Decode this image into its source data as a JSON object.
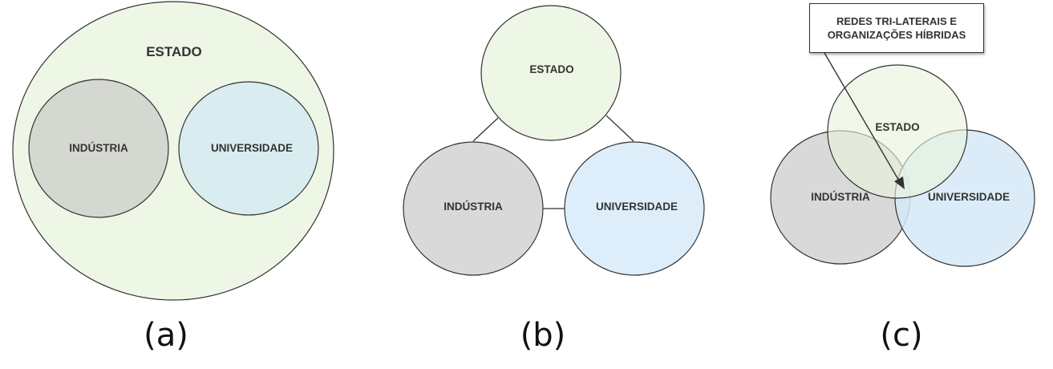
{
  "panel_a": {
    "estado": "ESTADO",
    "industria": "INDÚSTRIA",
    "universidade": "UNIVERSIDADE",
    "caption": "(a)"
  },
  "panel_b": {
    "estado": "ESTADO",
    "industria": "INDÚSTRIA",
    "universidade": "UNIVERSIDADE",
    "caption": "(b)"
  },
  "panel_c": {
    "estado": "ESTADO",
    "industria": "INDÚSTRIA",
    "universidade": "UNIVERSIDADE",
    "callout_line1": "REDES TRI-LATERAIS E",
    "callout_line2": "ORGANIZAÇÕES HÍBRIDAS",
    "caption": "(c)"
  },
  "colors": {
    "estado_fill": "#eef6e6",
    "industria_outer_fill": "#d4d8d0",
    "universidade_outer_fill": "#d9ecef",
    "industria_fill": "#d9d9d9",
    "universidade_fill": "#ddeefa",
    "stroke": "#333333"
  }
}
